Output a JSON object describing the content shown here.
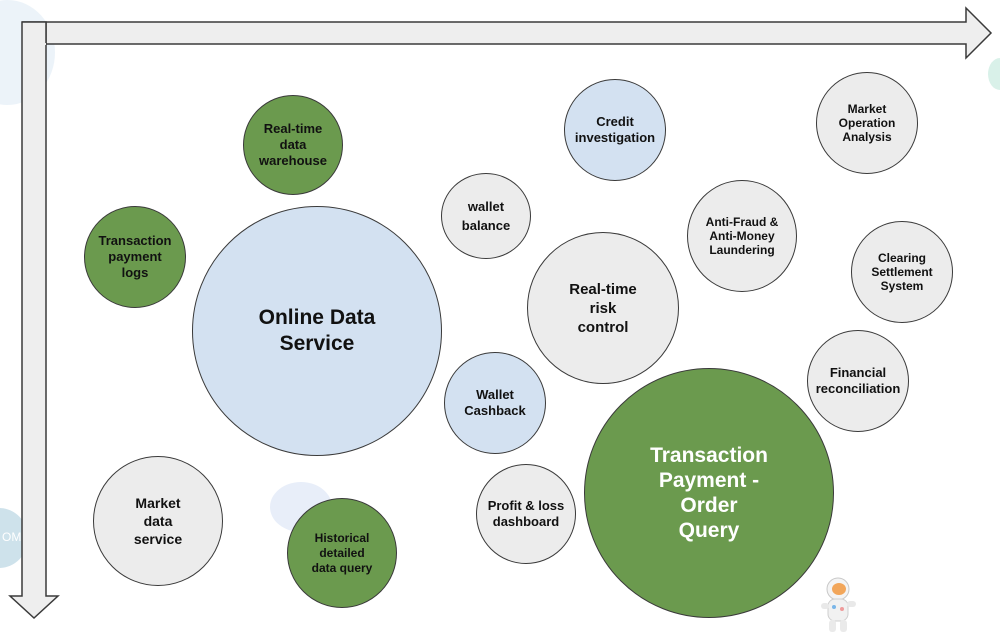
{
  "colors": {
    "green": "#6b9a4e",
    "blue": "#d3e1f1",
    "gray": "#ececec",
    "arrow_fill": "#eeeeee",
    "arrow_stroke": "#3a3a3a"
  },
  "bubbles": {
    "realtime_warehouse": "Real-time\ndata\nwarehouse",
    "transaction_logs": "Transaction\npayment\nlogs",
    "online_data_service": "Online Data\nService",
    "market_data_service": "Market\ndata\nservice",
    "historical_query": "Historical\ndetailed\ndata query",
    "wallet_balance": "wallet\nbalance",
    "wallet_cashback": "Wallet\nCashback",
    "profit_loss": "Profit & loss\ndashboard",
    "credit_investigation": "Credit\ninvestigation",
    "realtime_risk": "Real-time\nrisk\ncontrol",
    "transaction_payment": "Transaction\nPayment -\nOrder\nQuery",
    "market_operation": "Market\nOperation\nAnalysis",
    "anti_fraud": "Anti-Fraud &\nAnti-Money\nLaundering",
    "clearing": "Clearing\nSettlement\nSystem",
    "financial_reconciliation": "Financial\nreconciliation"
  },
  "decoration": {
    "left_badge_text": "OM"
  }
}
